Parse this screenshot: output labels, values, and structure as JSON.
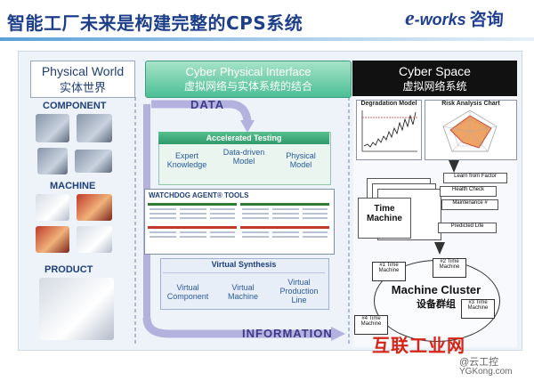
{
  "header": {
    "title": "智能工厂未来是构建完整的CPS系统",
    "logo_e": "e",
    "logo_works": "-works",
    "logo_cn": "咨询"
  },
  "physical_world": {
    "title_en": "Physical World",
    "title_cn": "实体世界",
    "component_label": "COMPONENT",
    "machine_label": "MACHINE",
    "product_label": "PRODUCT"
  },
  "cyber_physical_interface": {
    "title_en": "Cyber Physical Interface",
    "title_cn": "虚拟网络与实体系统的结合",
    "data_label": "DATA",
    "information_label": "INFORMATION",
    "accelerated_testing": {
      "header": "Accelerated Testing",
      "items": [
        "Expert Knowledge",
        "Data-driven Model",
        "Physical Model"
      ]
    },
    "watchdog": {
      "header": "WATCHDOG AGENT® TOOLS"
    },
    "virtual_synthesis": {
      "header": "Virtual Synthesis",
      "items": [
        "Virtual Component",
        "Virtual Machine",
        "Virtual Production Line"
      ]
    }
  },
  "cyber_space": {
    "title_en": "Cyber Space",
    "title_cn": "虚拟网络系统",
    "degradation_chart_title": "Degradation Model",
    "risk_chart_title": "Risk Analysis Chart",
    "card_labels": [
      "Learn from Factor",
      "Health Check",
      "Maintenance #",
      "Predicted Life"
    ],
    "time_machine": "Time Machine",
    "machine_cluster_en": "Machine Cluster",
    "machine_cluster_cn": "设备群组",
    "nodes": [
      "#1 Time Machine",
      "#2 Time Machine",
      "#3 Time Machine",
      "#4 Time Machine"
    ]
  },
  "watermark": {
    "cn": "互联工业网",
    "handle": "@云工控",
    "url": "YGKong.com"
  },
  "colors": {
    "title": "#1d3f8a",
    "interface_green": "#4bbf97",
    "cyber_black": "#111111",
    "watermark_red": "#d62416"
  }
}
